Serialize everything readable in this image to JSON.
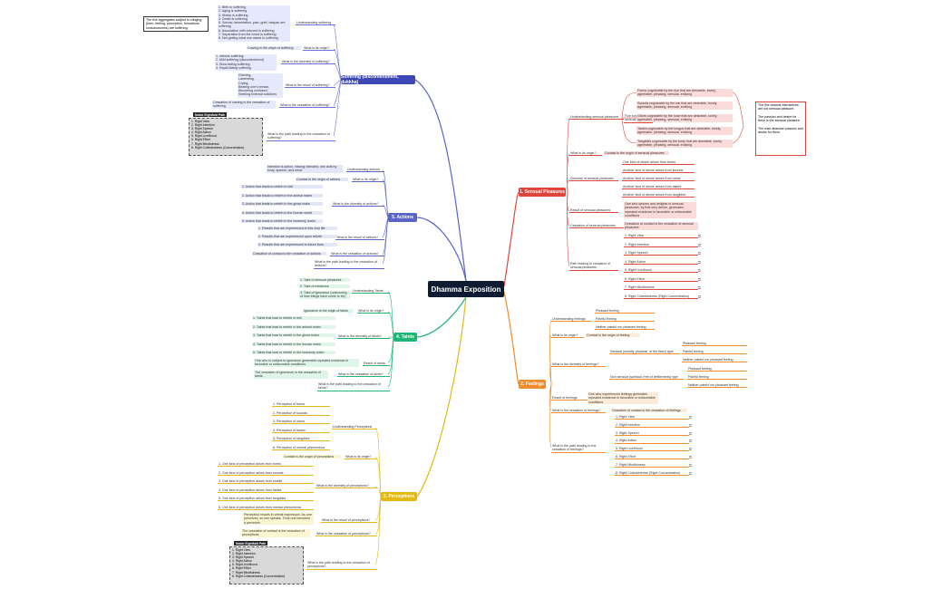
{
  "root": "Dhamma Exposition",
  "hubs": {
    "suffering": "Suffering (discontentment, dukkha)",
    "sensual": "1. Sensual Pleasures",
    "feelings": "2. Feelings",
    "perceptions": "3. Perceptions",
    "taints": "4. Taints",
    "actions": "5. Actions"
  },
  "suffering": {
    "understanding": "Understanding suffering",
    "understanding_list": "1. Birth is suffering\n2. Aging is suffering\n3. Illness is suffering\n4. Death is suffering\n5. Sorrow, lamentation, pain, grief, despair are suffering\n6. Association with unloved is suffering\n7. Separation from the loved is suffering\n8. Not getting what one wants is suffering",
    "note": "The five aggregates subject to clinging (form, feeling, perception, formations, consciousness) are suffering.",
    "origin_q": "What is its origin?",
    "origin_a": "Craving is the origin of suffering",
    "diversity_q": "What is the diversity in suffering?",
    "diversity_a": "1. Intense suffering\n2. Mild suffering (discontentment)\n3. Slow-fading suffering\n4. Rapid fading suffering",
    "result_q": "What is the result of suffering?",
    "result_a": "Grieving,\nLamenting,\nCrying,\nBeating one's breast,\nBecoming confused,\nSeeking external solutions",
    "cessation_q": "What is the cessation of suffering?",
    "cessation_a": "Cessation of craving is the cessation of suffering",
    "path_q": "What is the path leading to the cessation of suffering?",
    "panel_title": "Noble Eightfold Path",
    "panel": "1. Right View\n2. Right Intention\n3. Right Speech\n4. Right Action\n5. Right Livelihood\n6. Right Effort\n7. Right Mindfulness\n8. Right Collectedness (Concentration)"
  },
  "sensual": {
    "understanding": "Understanding sensual pleasures",
    "five_strands": "Five strands of sensual pleasures",
    "strands": [
      "Forms cognizable by the eye that are desirable, lovely, agreeable, pleasing, sensual, enticing",
      "Sounds cognizable by the ear that are desirable, lovely, agreeable, pleasing, sensual, enticing",
      "Odors cognizable by the nose that are desirable, lovely, agreeable, pleasing, sensual, enticing",
      "Tastes cognizable by the tongue that are desirable, lovely, agreeable, pleasing, sensual, enticing",
      "Tangibles cognizable by the body that are desirable, lovely, agreeable, pleasing, sensual, enticing"
    ],
    "note": "The five strands themselves are not sensual pleasure.\n\nThe passion and desire for them is the sensual pleasure.\n\nThe wise abandon passion and desire for them.",
    "origin_q": "What is its origin?",
    "origin_a": "Contact is the origin of sensual pleasures",
    "diversity_q": "Diversity of sensual pleasures",
    "diversity": [
      "One kind of desire arises from forms",
      "Another kind of desire arises from sounds",
      "Another kind of desire arises from odors",
      "Another kind of desire arises from tastes",
      "Another kind of desire arises from tangibles"
    ],
    "result_q": "Result of sensual pleasures",
    "result_a": "One who desires and delights in sensual pleasures, by that very desire, generates repeated existence in favorable or unfavorable conditions",
    "cessation_q": "Cessation of sensual pleasures",
    "cessation_a": "Cessation of contact is the cessation of sensual pleasures",
    "path_q": "Path leading to cessation of sensual pleasures",
    "path": [
      "1. Right View",
      "2. Right Intention",
      "3. Right Speech",
      "4. Right Action",
      "5. Right Livelihood",
      "6. Right Effort",
      "7. Right Mindfulness",
      "8. Right Collectedness (Right Concentration)"
    ]
  },
  "feelings": {
    "understanding": "Understanding feelings",
    "kinds": [
      "Pleasant feeling",
      "Painful feeling",
      "Neither painful nor pleasant feeling"
    ],
    "origin_q": "What is its origin?",
    "origin_a": "Contact is the origin of feeling",
    "diversity_q": "What is the diversity of feelings?",
    "sensual_branch": "Sensual (worldly, physical, of the flesh) type",
    "non_sensual_branch": "Non sensual (spiritual, free of defilements) type",
    "sub": [
      "Pleasant feeling",
      "Painful feeling",
      "Neither painful nor pleasant feeling"
    ],
    "result_q": "Result of feelings",
    "result_a": "One who experiences feelings generates repeated existence in favorable or unfavorable conditions",
    "cessation_q": "What is the cessation of feelings?",
    "cessation_a": "Cessation of contact is the cessation of feelings",
    "path_q": "What is the path leading to the cessation of feelings?",
    "path": [
      "1. Right View",
      "2. Right Intention",
      "3. Right Speech",
      "4. Right Action",
      "5. Right Livelihood",
      "6. Right Effort",
      "7. Right Mindfulness",
      "8. Right Collectedness (Right Concentration)"
    ]
  },
  "perceptions": {
    "understanding": "Understanding Perceptions",
    "kinds": [
      "1. Perception of forms",
      "2. Perception of sounds",
      "3. Perception of odors",
      "4. Perception of tastes",
      "5. Perception of tangibles",
      "6. Perception of mental phenomena"
    ],
    "origin_q": "What is its origin?",
    "origin_a": "Contact is the origin of perceptions",
    "diversity_q": "What is the diversity of perceptions?",
    "diversity": [
      "1. One kind of perception arises from forms",
      "2. One kind of perception arises from sounds",
      "3. One kind of perception arises from smells",
      "4. One kind of perception arises from tastes",
      "5. One kind of perception arises from tangibles",
      "6. One kind of perception arises from mental phenomena"
    ],
    "result_q": "What is the result of perceptions?",
    "result_a": "Perception results in verbal expression. As one perceives, so one speaks. Thus one becomes a perceiver.",
    "cessation_q": "What is the cessation of perceptions?",
    "cessation_a": "The cessation of contact is the cessation of perceptions",
    "path_q": "What is the path leading to the cessation of perceptions?",
    "panel_title": "Noble Eightfold Path",
    "panel": "1. Right View\n2. Right Intention\n3. Right Speech\n4. Right Action\n5. Right Livelihood\n6. Right Effort\n7. Right Mindfulness\n8. Right Collectedness (Concentration)"
  },
  "taints": {
    "understanding": "Understanding Taints",
    "kinds": [
      "1. Taint of sensual pleasures",
      "2. Taint of existence",
      "3. Taint of ignorance (unknowing of how things have come to be)"
    ],
    "origin_q": "What is its origin?",
    "origin_a": "Ignorance is the origin of taints",
    "diversity_q": "What is the diversity of taints?",
    "diversity": [
      "1. Taints that lead to rebirth in hell",
      "2. Taints that lead to rebirth in the animal realm",
      "3. Taints that lead to rebirth in the ghost realm",
      "4. Taints that lead to rebirth in the human realm",
      "5. Taints that lead to rebirth in the heavenly realm"
    ],
    "result_q": "Result of taints",
    "result_a": "One who is subject to ignorance generates repeated existence in favorable or unfavorable conditions.",
    "cessation_q": "What is the cessation of taints?",
    "cessation_a": "The cessation of ignorance is the cessation of taints.",
    "path_q": "What is the path leading to the cessation of taints?"
  },
  "actions": {
    "understanding": "Understanding actions",
    "understanding_a": "Intention is action. Having intended, one acts by body, speech, and mind.",
    "origin_q": "What is its origin?",
    "origin_a": "Contact is the origin of actions",
    "diversity_q": "What is the diversity of actions?",
    "diversity": [
      "1. Action that leads to rebirth in hell",
      "2. Action that leads to rebirth in the animal realm",
      "3. Action that leads to rebirth in the ghost realm",
      "4. Action that leads to rebirth in the human world",
      "5. Action that leads to rebirth in the heavenly realm"
    ],
    "result_q": "What is the result of actions?",
    "result": [
      "1. Results that are experienced in this very life",
      "2. Results that are experienced upon rebirth",
      "3. Results that are experienced in future lives"
    ],
    "cessation_q": "What is the cessation of actions?",
    "cessation_a": "Cessation of contact is the cessation of actions",
    "path_q": "What is the path leading to the cessation of actions?"
  }
}
